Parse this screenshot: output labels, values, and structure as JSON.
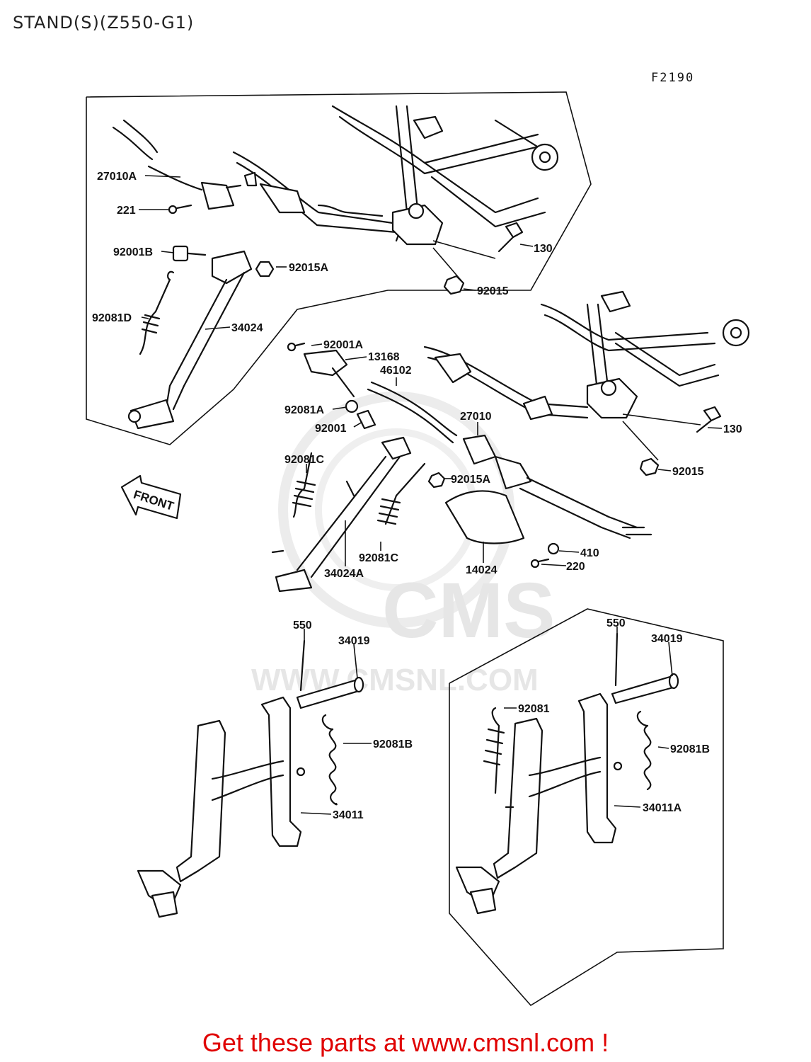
{
  "page": {
    "title": "STAND(S)(Z550-G1)",
    "figure_code": "F2190"
  },
  "watermark": {
    "logo_text": "CMS",
    "url_text": "WWW.CMSNL.COM"
  },
  "front_arrow": {
    "label": "FRONT"
  },
  "callouts": {
    "p27010A": "27010A",
    "p221": "221",
    "p92001B": "92001B",
    "p92015A_top": "92015A",
    "p130_top": "130",
    "p92015_top": "92015",
    "p92081D": "92081D",
    "p34024": "34024",
    "p92001A": "92001A",
    "p13168": "13168",
    "p46102": "46102",
    "p92081A": "92081A",
    "p92001": "92001",
    "p27010": "27010",
    "p130_mid": "130",
    "p92015_mid": "92015",
    "p92081C_left": "92081C",
    "p92015A_mid": "92015A",
    "p92081C_right": "92081C",
    "p34024A": "34024A",
    "p14024": "14024",
    "p410": "410",
    "p220": "220",
    "p550_left": "550",
    "p34019_left": "34019",
    "p92081B_left": "92081B",
    "p34011": "34011",
    "p550_right": "550",
    "p34019_right": "34019",
    "p92081": "92081",
    "p92081B_right": "92081B",
    "p34011A": "34011A"
  },
  "footer": {
    "text": "Get these parts at www.cmsnl.com !"
  }
}
